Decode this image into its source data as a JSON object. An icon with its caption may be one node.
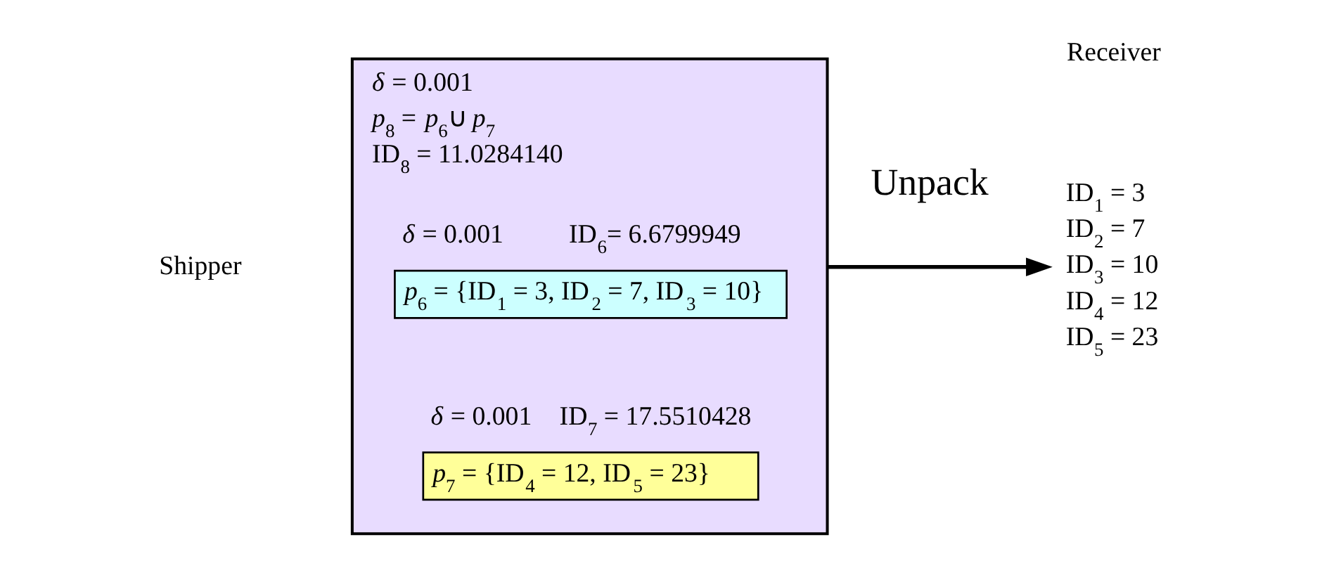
{
  "diagram": {
    "nodes": [
      {
        "text": [
          "*δ* = 0.001",
          "*p*$_{8}$ = *p*$_{6}$∪*p*$_{7}$",
          "ID$_{8}$ = 11.0284140"
        ]
      },
      {
        "text": [
          "*δ* = 0.001",
          "ID$_{6}$= 6.6799949",
          "*p*$_{6}$ = {ID$_{1}$ = 3, ID$_{2}$ = 7, ID$_{3}$ = 10}"
        ],
        "in": 0
      },
      {
        "text": [
          "*δ* = 0.001",
          "ID$_{7}$ = 17.5510428",
          "*p*$_{7}$ = {ID$_{4}$ = 12, ID$_{5}$ = 23}"
        ],
        "in": 0
      },
      {
        "text": [
          "ID$_{1}$ = 3",
          "ID$_{2}$ = 7",
          "ID$_{3}$ = 10",
          "ID$_{4}$ = 12",
          "ID$_{5}$ = 23"
        ]
      }
    ],
    "edges": [
      {
        "from": 0,
        "to": 3,
        "arrow": "to",
        "label": "Unpack"
      }
    ],
    "labels": [
      "Shipper",
      "Receiver"
    ]
  }
}
